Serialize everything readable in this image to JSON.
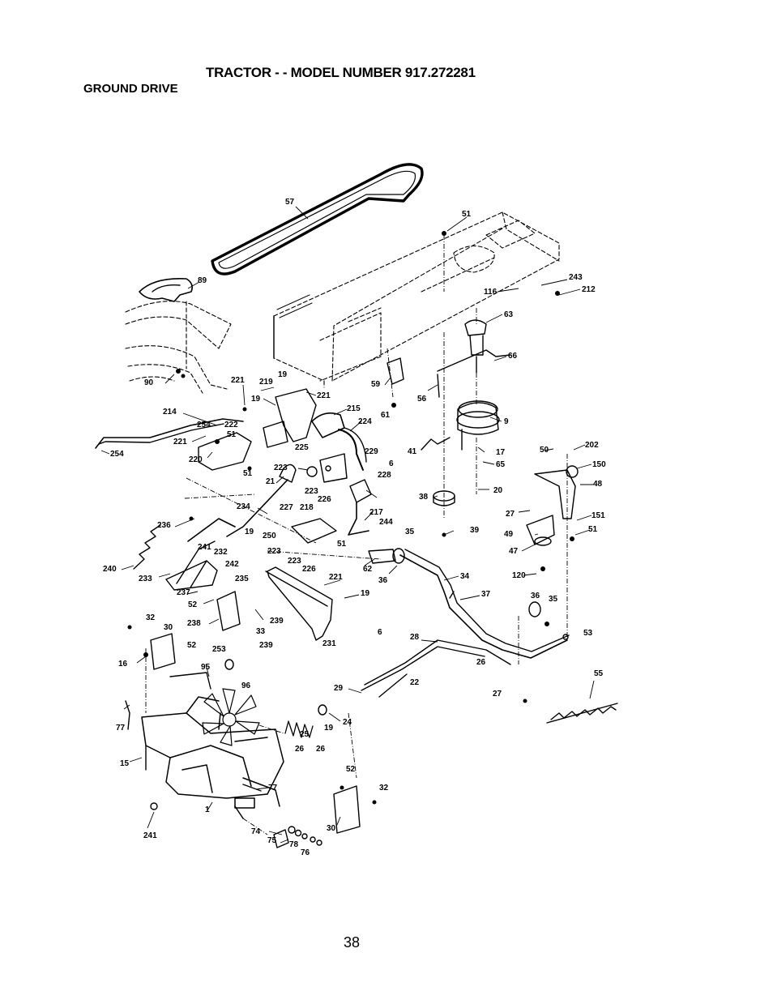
{
  "header": {
    "title": "TRACTOR - - MODEL NUMBER 917.272281",
    "subtitle": "GROUND DRIVE"
  },
  "page_number": "38",
  "part_numbers": {
    "p57": "57",
    "p51a": "51",
    "p89": "89",
    "p243": "243",
    "p212": "212",
    "p116": "116",
    "p63": "63",
    "p66": "66",
    "p90": "90",
    "p221a": "221",
    "p219": "219",
    "p19a": "19",
    "p221b": "221",
    "p19b": "19",
    "p59": "59",
    "p56": "56",
    "p61": "61",
    "p9": "9",
    "p214": "214",
    "p215": "215",
    "p224": "224",
    "p254a": "254",
    "p222": "222",
    "p51b": "51",
    "p221c": "221",
    "p254b": "254",
    "p220": "220",
    "p225": "225",
    "p229": "229",
    "p41": "41",
    "p17": "17",
    "p50": "50",
    "p202": "202",
    "p223a": "223",
    "p6a": "6",
    "p65": "65",
    "p150": "150",
    "p51c": "51",
    "p21": "21",
    "p228": "228",
    "p223b": "223",
    "p226a": "226",
    "p20": "20",
    "p48": "48",
    "p38": "38",
    "p234": "234",
    "p227": "227",
    "p218": "218",
    "p217": "217",
    "p244": "244",
    "p27a": "27",
    "p151": "151",
    "p236": "236",
    "p19c": "19",
    "p250": "250",
    "p51d": "51",
    "p35a": "35",
    "p39": "39",
    "p49": "49",
    "p51e": "51",
    "p241a": "241",
    "p232": "232",
    "p223c": "223",
    "p240": "240",
    "p242": "242",
    "p223d": "223",
    "p47": "47",
    "p226b": "226",
    "p62": "62",
    "p233": "233",
    "p235": "235",
    "p221d": "221",
    "p36a": "36",
    "p34": "34",
    "p120": "120",
    "p237": "237",
    "p19d": "19",
    "p37": "37",
    "p36b": "36",
    "p35b": "35",
    "p52a": "52",
    "p32a": "32",
    "p238": "238",
    "p239a": "239",
    "p30a": "30",
    "p33": "33",
    "p239b": "239",
    "p52b": "52",
    "p6b": "6",
    "p53": "53",
    "p231": "231",
    "p28": "28",
    "p253": "253",
    "p16": "16",
    "p26a": "26",
    "p95": "95",
    "p55": "55",
    "p96": "96",
    "p22": "22",
    "p29": "29",
    "p27b": "27",
    "p77a": "77",
    "p24": "24",
    "p19e": "19",
    "p25": "25",
    "p26b": "26",
    "p26c": "26",
    "p15": "15",
    "p52c": "52",
    "p32b": "32",
    "p77b": "77",
    "p1": "1",
    "p241b": "241",
    "p74": "74",
    "p30b": "30",
    "p75": "75",
    "p78": "78",
    "p76": "76"
  }
}
